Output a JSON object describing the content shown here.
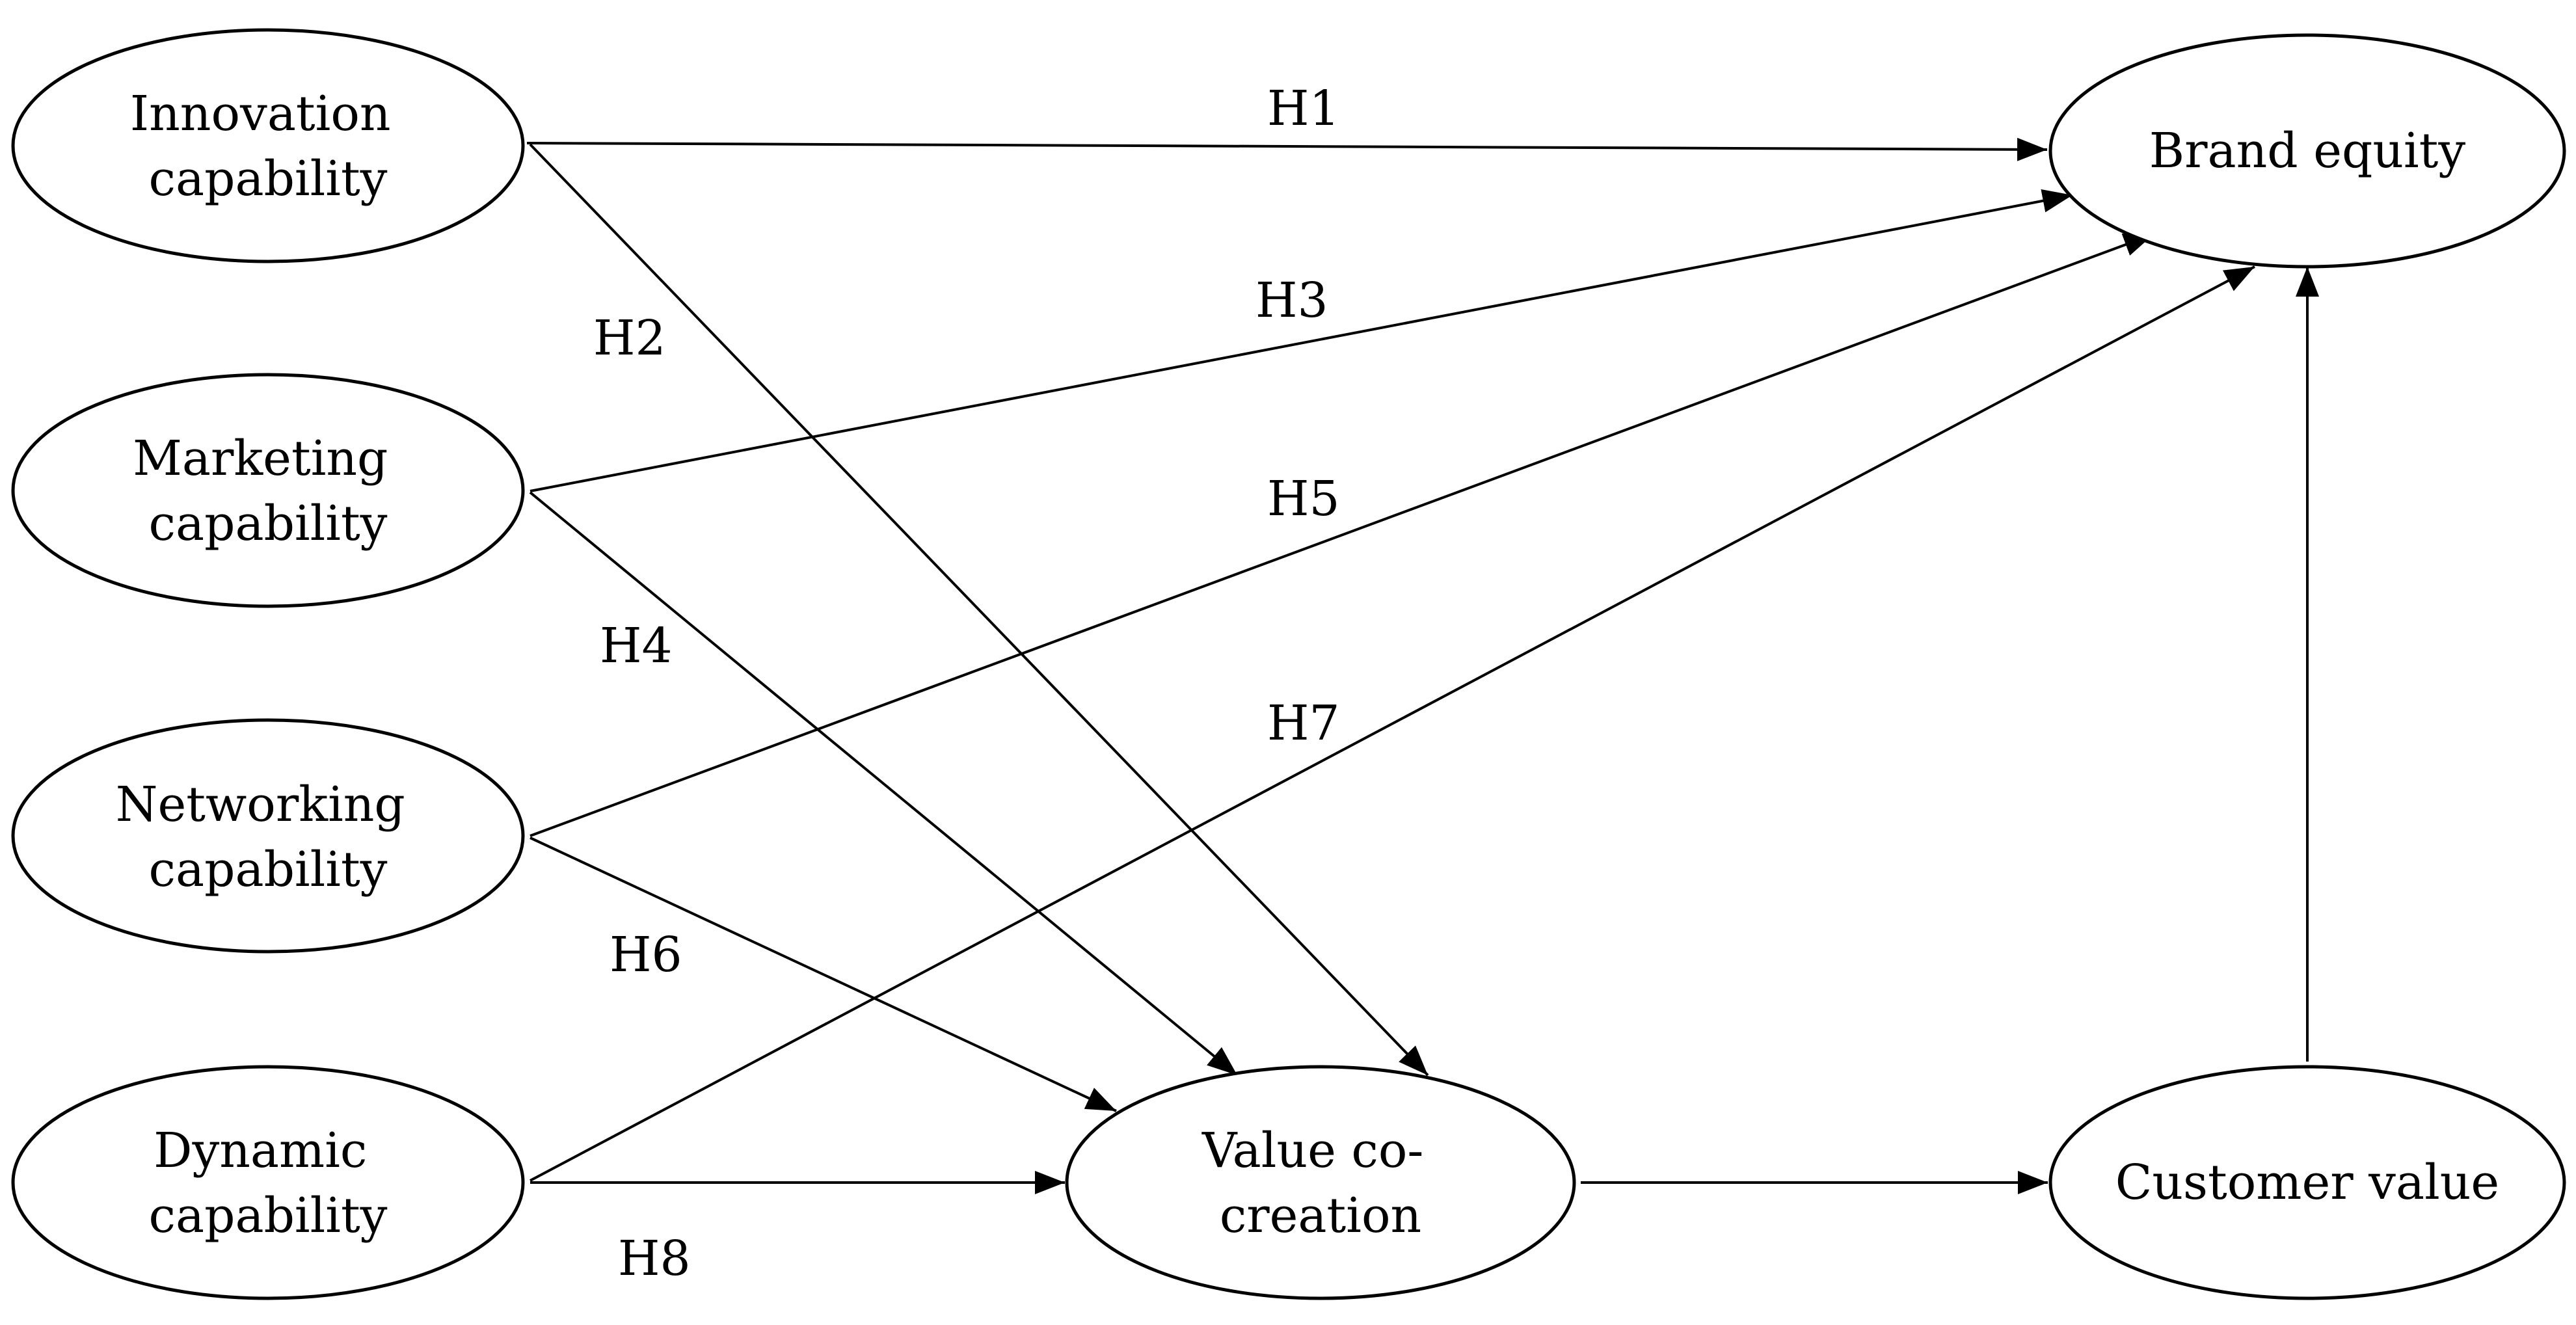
{
  "diagram": {
    "nodes": {
      "innovation": {
        "lines": [
          "Innovation",
          "capability"
        ]
      },
      "marketing": {
        "lines": [
          "Marketing",
          "capability"
        ]
      },
      "networking": {
        "lines": [
          "Networking",
          "capability"
        ]
      },
      "dynamic": {
        "lines": [
          "Dynamic",
          "capability"
        ]
      },
      "value_cocreation": {
        "lines": [
          "Value co-",
          "creation"
        ]
      },
      "customer_value": {
        "lines": [
          "Customer value"
        ]
      },
      "brand_equity": {
        "lines": [
          "Brand equity"
        ]
      }
    },
    "edges": {
      "h1": {
        "label": "H1",
        "from": "innovation",
        "to": "brand_equity"
      },
      "h2": {
        "label": "H2",
        "from": "innovation",
        "to": "value_cocreation"
      },
      "h3": {
        "label": "H3",
        "from": "marketing",
        "to": "brand_equity"
      },
      "h4": {
        "label": "H4",
        "from": "marketing",
        "to": "value_cocreation"
      },
      "h5": {
        "label": "H5",
        "from": "networking",
        "to": "brand_equity"
      },
      "h6": {
        "label": "H6",
        "from": "networking",
        "to": "value_cocreation"
      },
      "h7": {
        "label": "H7",
        "from": "dynamic",
        "to": "brand_equity"
      },
      "h8": {
        "label": "H8",
        "from": "dynamic",
        "to": "value_cocreation"
      },
      "vc_cv": {
        "label": "",
        "from": "value_cocreation",
        "to": "customer_value"
      },
      "cv_be": {
        "label": "",
        "from": "customer_value",
        "to": "brand_equity"
      }
    }
  }
}
